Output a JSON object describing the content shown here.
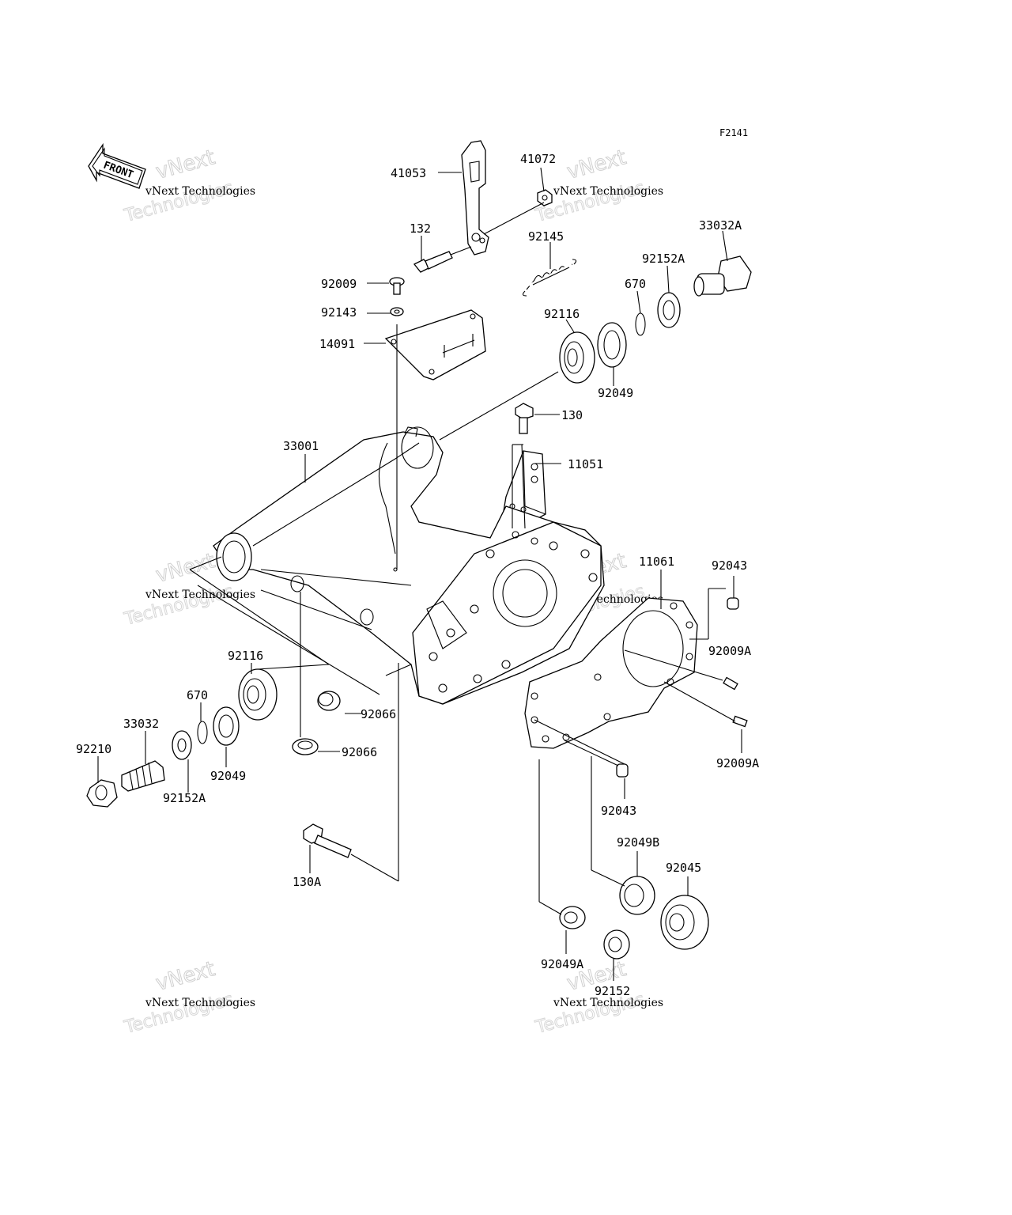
{
  "figure_code": "F2141",
  "front_arrow_text": "FRONT",
  "watermark": {
    "line": "vNext Technologies",
    "big_top": "vNext",
    "big_bottom": "Technologies"
  },
  "part_numbers": {
    "p41053": "41053",
    "p41072": "41072",
    "p132": "132",
    "p92145": "92145",
    "p33032A": "33032A",
    "p92152A_top": "92152A",
    "p670_top": "670",
    "p92009": "92009",
    "p92143": "92143",
    "p14091": "14091",
    "p92116_top": "92116",
    "p92049_top": "92049",
    "p130": "130",
    "p11051": "11051",
    "p33001": "33001",
    "p11061": "11061",
    "p92043_top": "92043",
    "p92009A_1": "92009A",
    "p92009A_2": "92009A",
    "p92116_left": "92116",
    "p670_left": "670",
    "p33032": "33032",
    "p92210": "92210",
    "p92152A_left": "92152A",
    "p92049_left": "92049",
    "p92066_1": "92066",
    "p92066_2": "92066",
    "p92043_bottom": "92043",
    "p130A": "130A",
    "p92049B": "92049B",
    "p92045": "92045",
    "p92049A": "92049A",
    "p92152": "92152"
  }
}
